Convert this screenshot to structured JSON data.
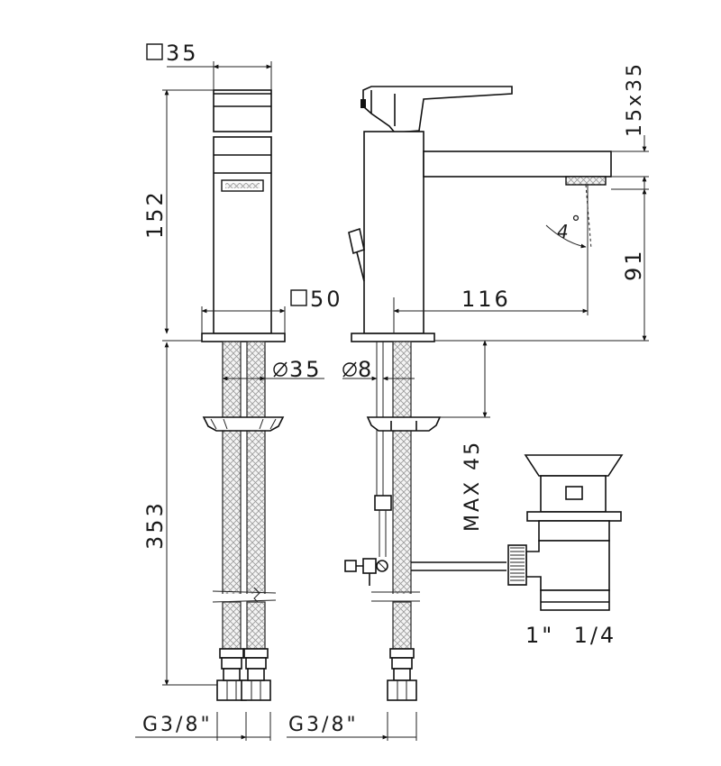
{
  "labels": {
    "handle_square": "35",
    "height_body": "152",
    "base_square": "50",
    "spout_reach": "116",
    "handle_section": "15x35",
    "spout_height": "91",
    "tilt_angle": "4",
    "degree_symbol": "°",
    "hose_diameter": "35",
    "rod_diameter": "8",
    "max_thickness": "MAX 45",
    "hose_length": "353",
    "waste_size": "1\"  1/4",
    "thread_left": "G3/8\"",
    "thread_right": "G3/8\""
  },
  "symbols": {
    "square": "square-symbol",
    "diameter": "diameter-symbol"
  },
  "colors": {
    "line": "#111111",
    "background": "#ffffff"
  }
}
